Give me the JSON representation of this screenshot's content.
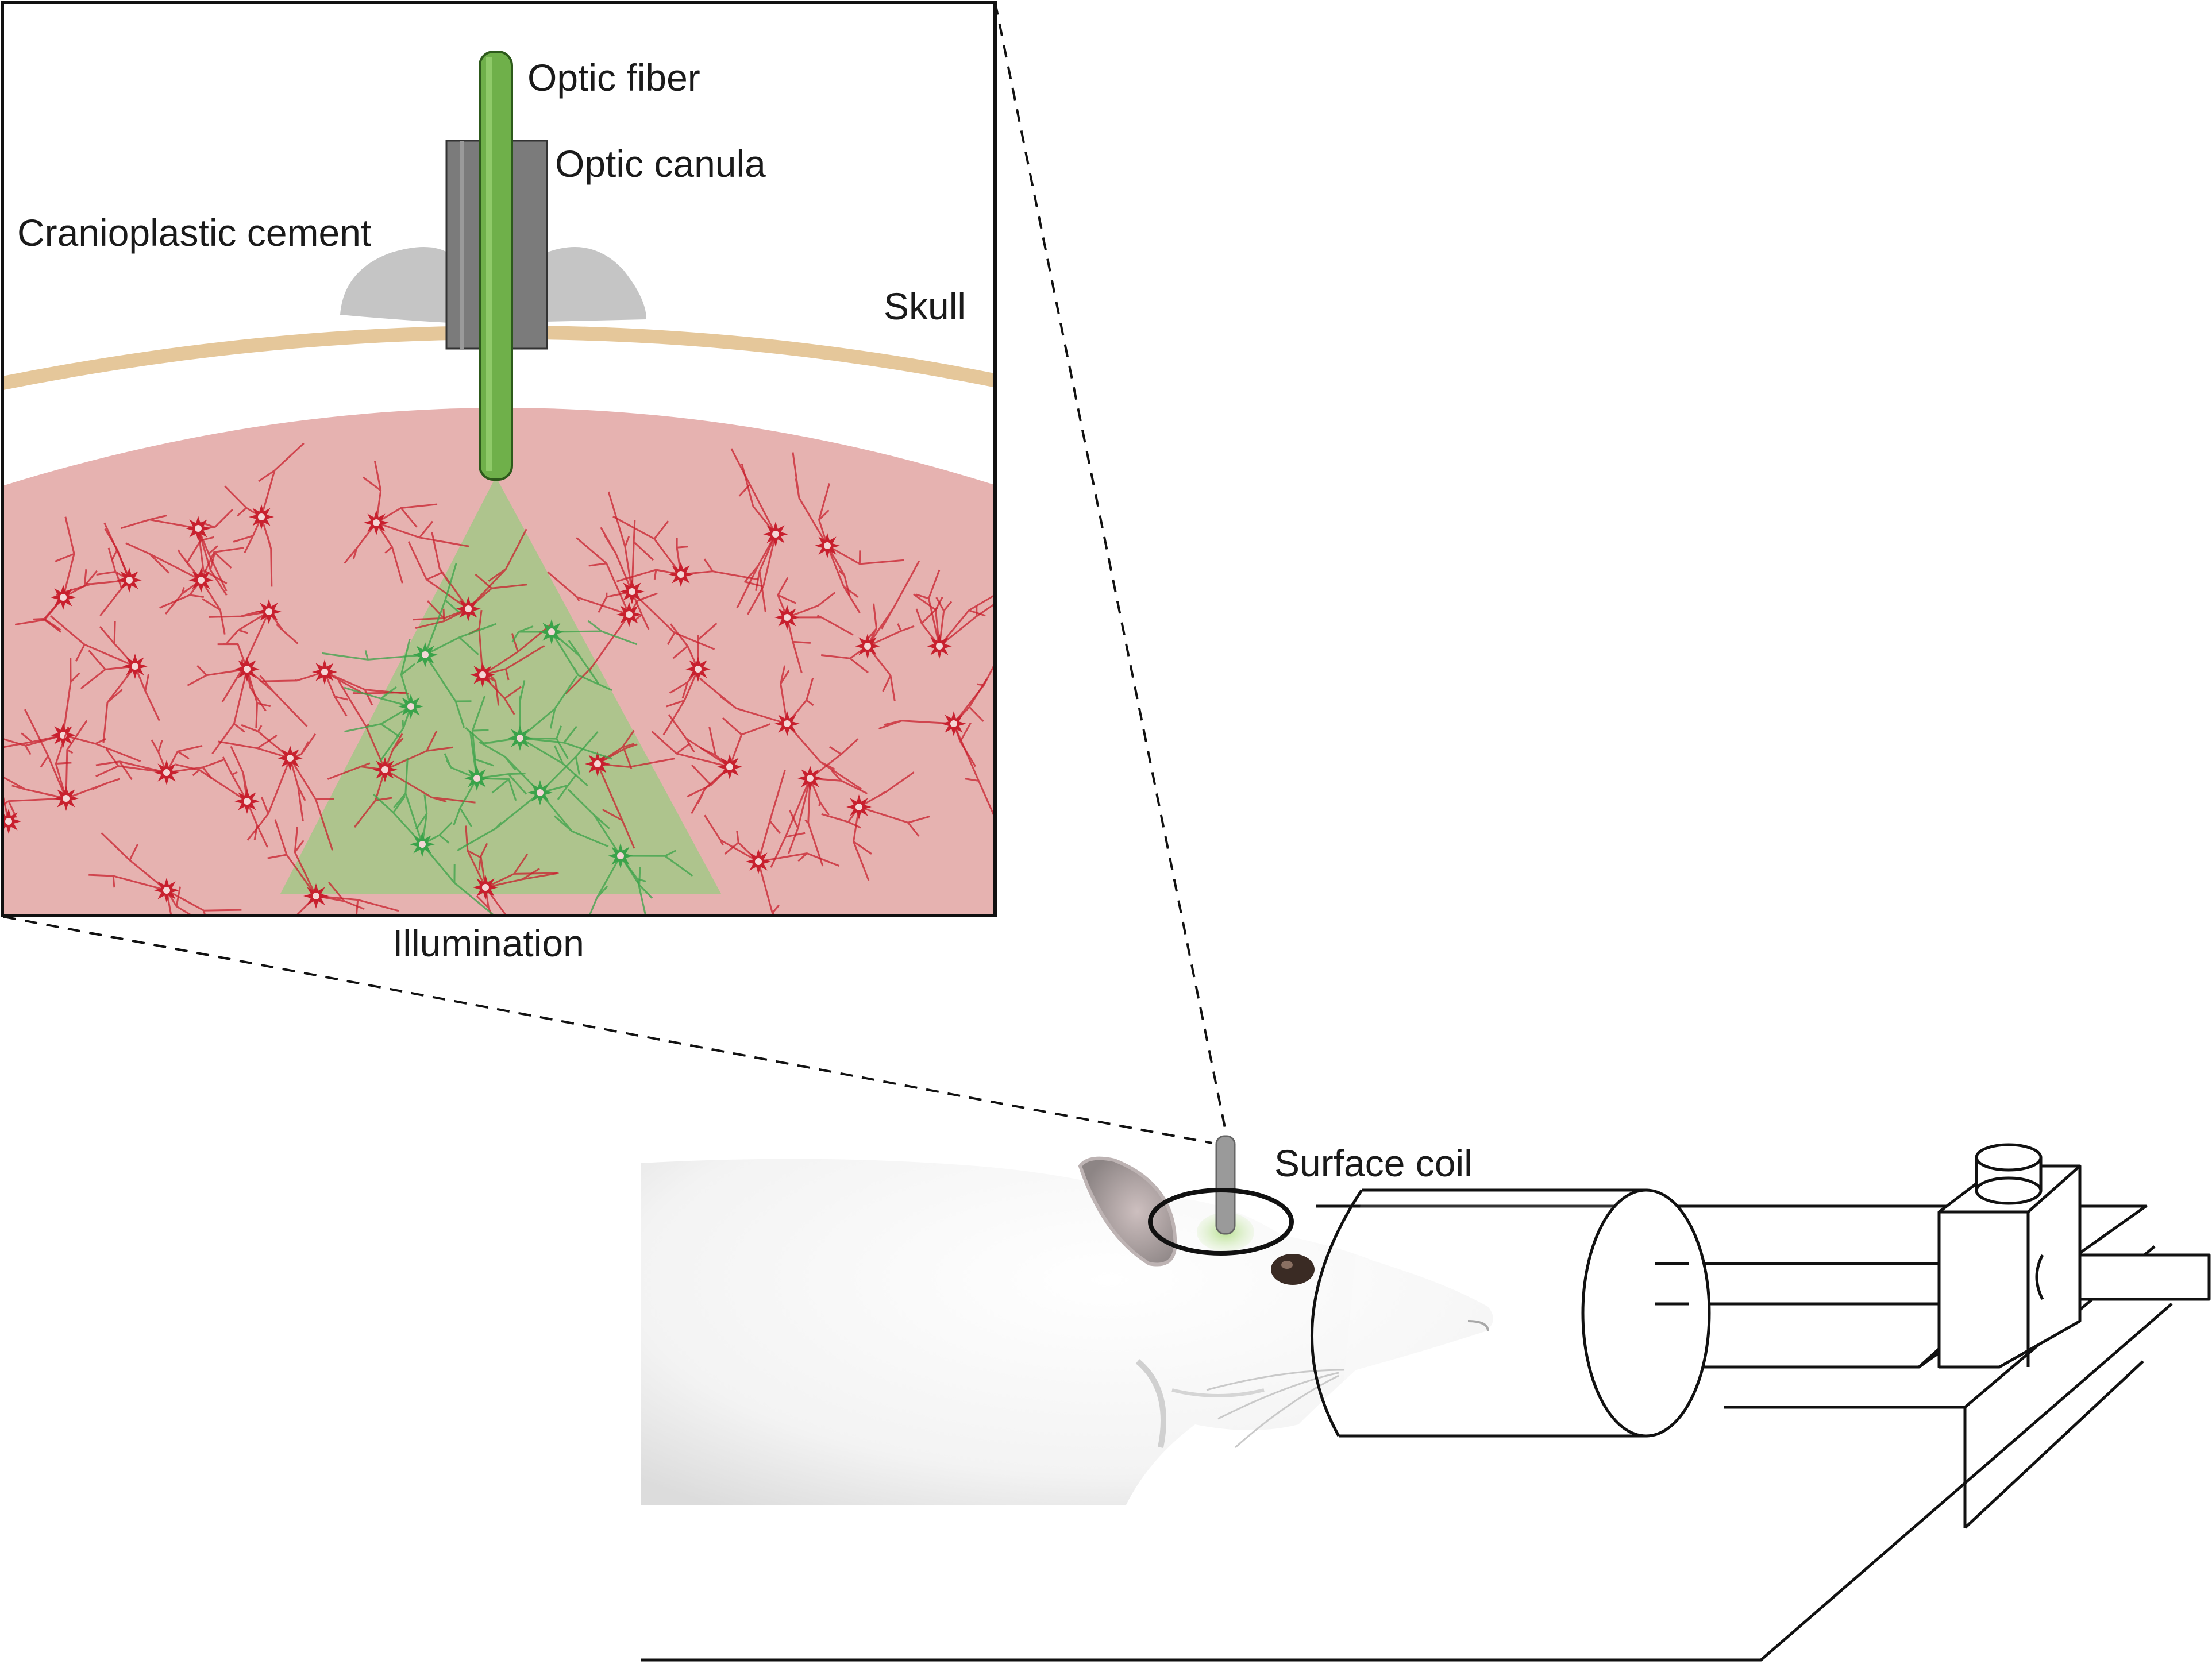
{
  "labels": {
    "optic_fiber": "Optic fiber",
    "optic_canula": "Optic canula",
    "cranioplastic_cement": "Cranioplastic cement",
    "skull": "Skull",
    "illumination": "Illumination",
    "surface_coil": "Surface coil"
  },
  "colors": {
    "fiber_green": "#6fb04a",
    "illumination_green": "#a9c58a",
    "brain_pink": "#e6b2b0",
    "skull_tan": "#e5c79a",
    "cement_gray": "#c5c5c5",
    "canula_gray": "#7b7b7b",
    "neuron_red": "#c8202e",
    "neuron_green": "#3aa34a",
    "line_black": "#111111"
  }
}
